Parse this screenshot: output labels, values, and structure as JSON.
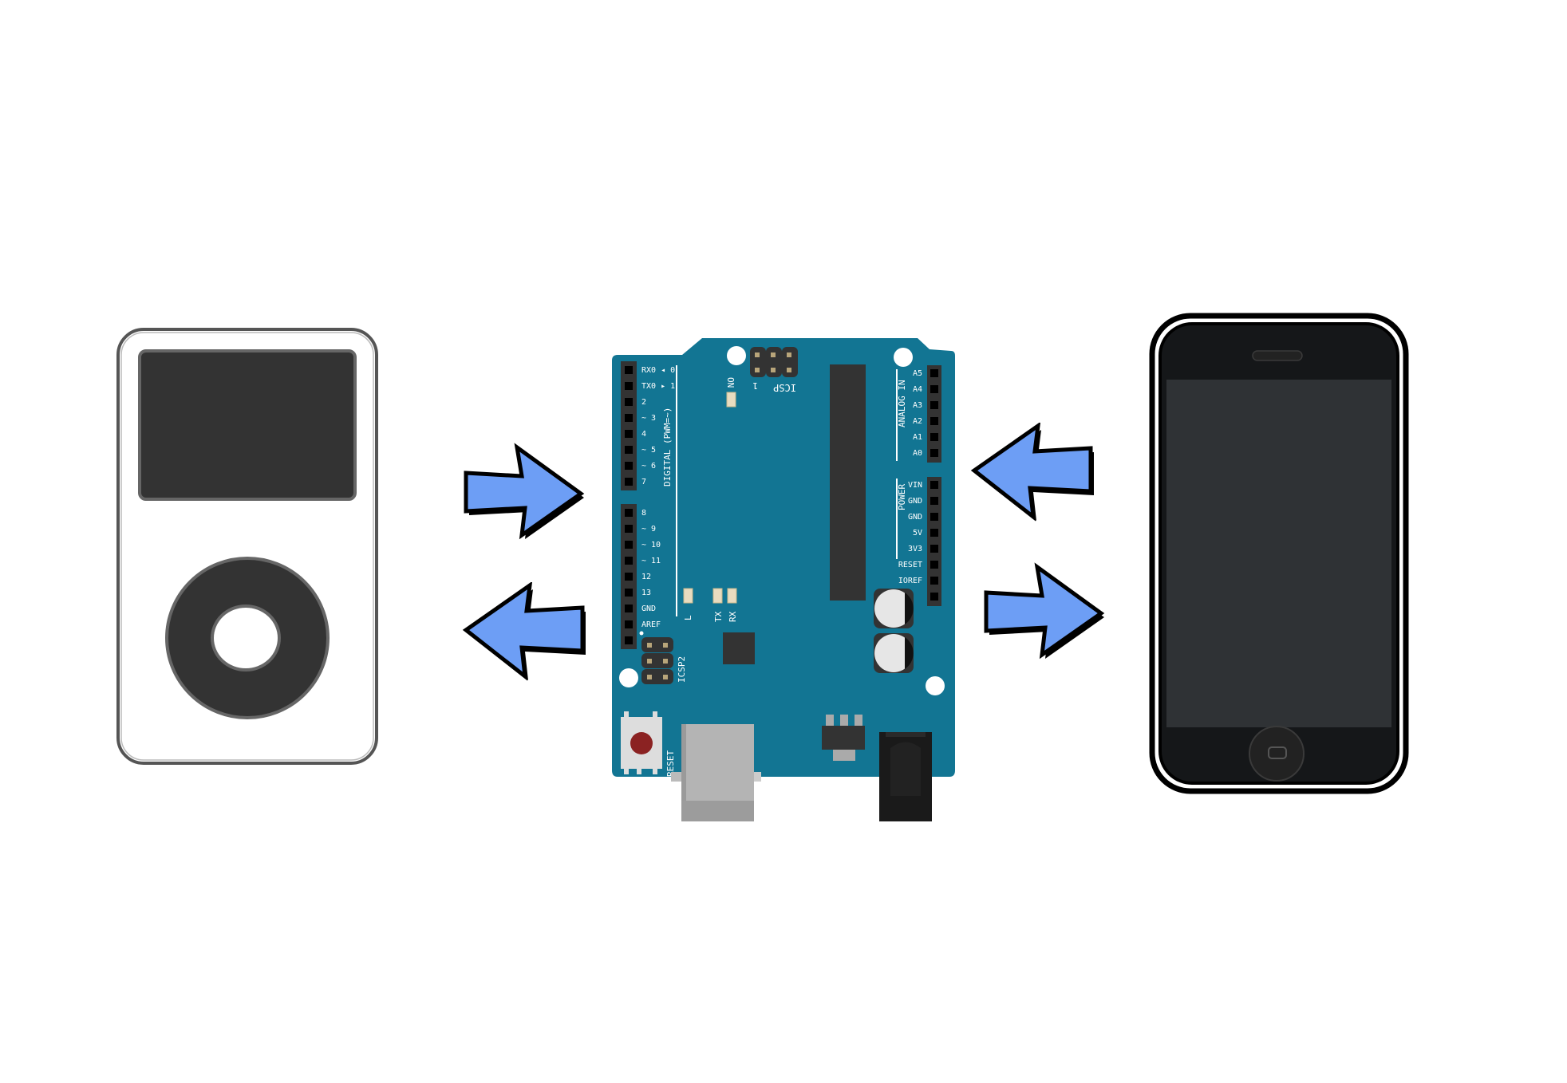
{
  "diagram": {
    "description": "Bidirectional communication between an iPod, an Arduino board, and an iPhone",
    "colors": {
      "background": "#ffffff",
      "arrow_fill": "#6d9ef5",
      "arrow_stroke": "#000000",
      "board": "#127593",
      "header": "#333333",
      "device_dark": "#333333",
      "phone_screen": "#2f3235",
      "phone_bezel": "#151719",
      "reset_button": "#8b2222"
    },
    "nodes": [
      {
        "id": "ipod",
        "label": "iPod",
        "icon": "ipod-icon"
      },
      {
        "id": "arduino",
        "label": "Arduino Uno",
        "icon": "arduino-board-icon"
      },
      {
        "id": "iphone",
        "label": "iPhone",
        "icon": "iphone-icon"
      }
    ],
    "edges": [
      {
        "from": "ipod",
        "to": "arduino",
        "icon": "arrow-right-icon"
      },
      {
        "from": "arduino",
        "to": "ipod",
        "icon": "arrow-left-icon"
      },
      {
        "from": "iphone",
        "to": "arduino",
        "icon": "arrow-left-icon"
      },
      {
        "from": "arduino",
        "to": "iphone",
        "icon": "arrow-right-icon"
      }
    ]
  },
  "board": {
    "digital_pins": [
      "RX0 ◂ 0",
      "TX0 ▸ 1",
      "2",
      "~ 3",
      "4",
      "~ 5",
      "~ 6",
      "7"
    ],
    "digital_pins_2": [
      "8",
      "~ 9",
      "~ 10",
      "~ 11",
      "12",
      "13",
      "GND",
      "AREF"
    ],
    "digital_label": "DIGITAL (PWM=~)",
    "analog_pins": [
      "A5",
      "A4",
      "A3",
      "A2",
      "A1",
      "A0"
    ],
    "analog_label": "ANALOG IN",
    "power_pins": [
      "VIN",
      "GND",
      "GND",
      "5V",
      "3V3",
      "RESET",
      "IOREF"
    ],
    "power_label": "POWER",
    "icsp_label": "ICSP",
    "icsp_pin1": "1",
    "icsp2_label": "ICSP2",
    "led_on": "ON",
    "led_l": "L",
    "led_tx": "TX",
    "led_rx": "RX",
    "reset_label": "RESET"
  }
}
